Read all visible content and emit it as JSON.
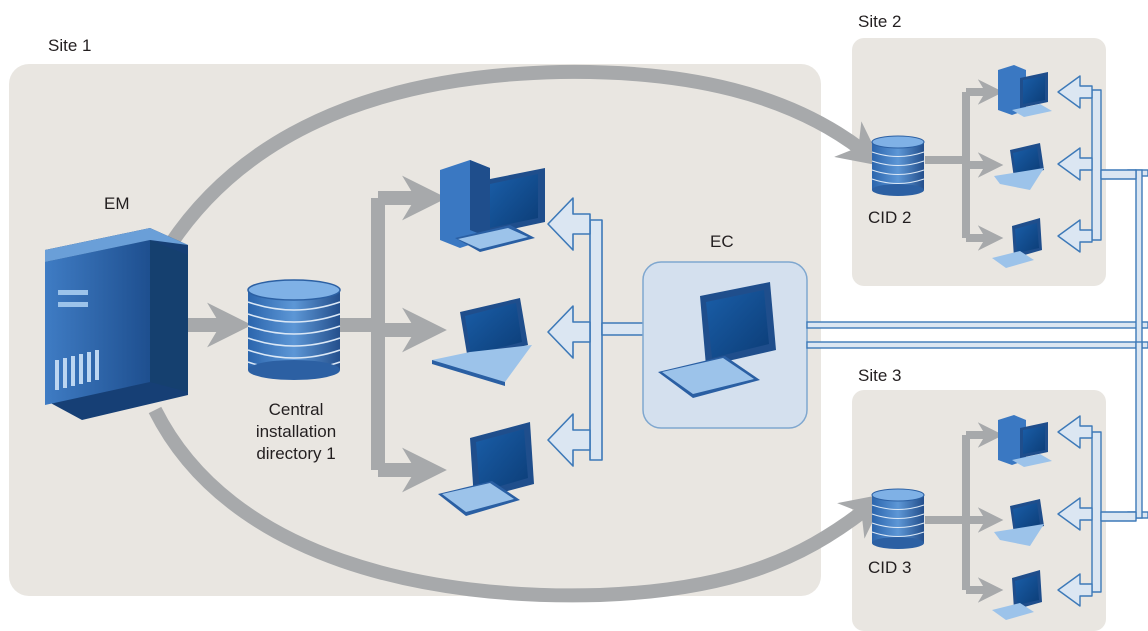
{
  "sites": {
    "site1": "Site 1",
    "site2": "Site 2",
    "site3": "Site 3"
  },
  "nodes": {
    "em": "EM",
    "ec": "EC",
    "cid1": "Central installation directory 1",
    "cid1_lines": [
      "Central",
      "installation",
      "directory 1"
    ],
    "cid2": "CID 2",
    "cid3": "CID 3"
  },
  "icons": {
    "server": "server-tower-icon",
    "database": "database-stack-icon",
    "desktop": "desktop-computer-icon",
    "tower_desktop": "tower-desktop-icon",
    "laptop": "laptop-icon",
    "monitor": "monitor-keyboard-icon"
  },
  "colors": {
    "site_bg": "#e9e6e1",
    "gray_arrow": "#a7a9ab",
    "blue_arrow_fill": "#dbe6f2",
    "blue_arrow_stroke": "#3d79b8",
    "device_dark": "#1f4e8c",
    "device_mid": "#3a78c2",
    "device_light": "#9cc3ea",
    "ec_box_fill": "#d4e0ee",
    "ec_box_stroke": "#7fa7cf"
  }
}
